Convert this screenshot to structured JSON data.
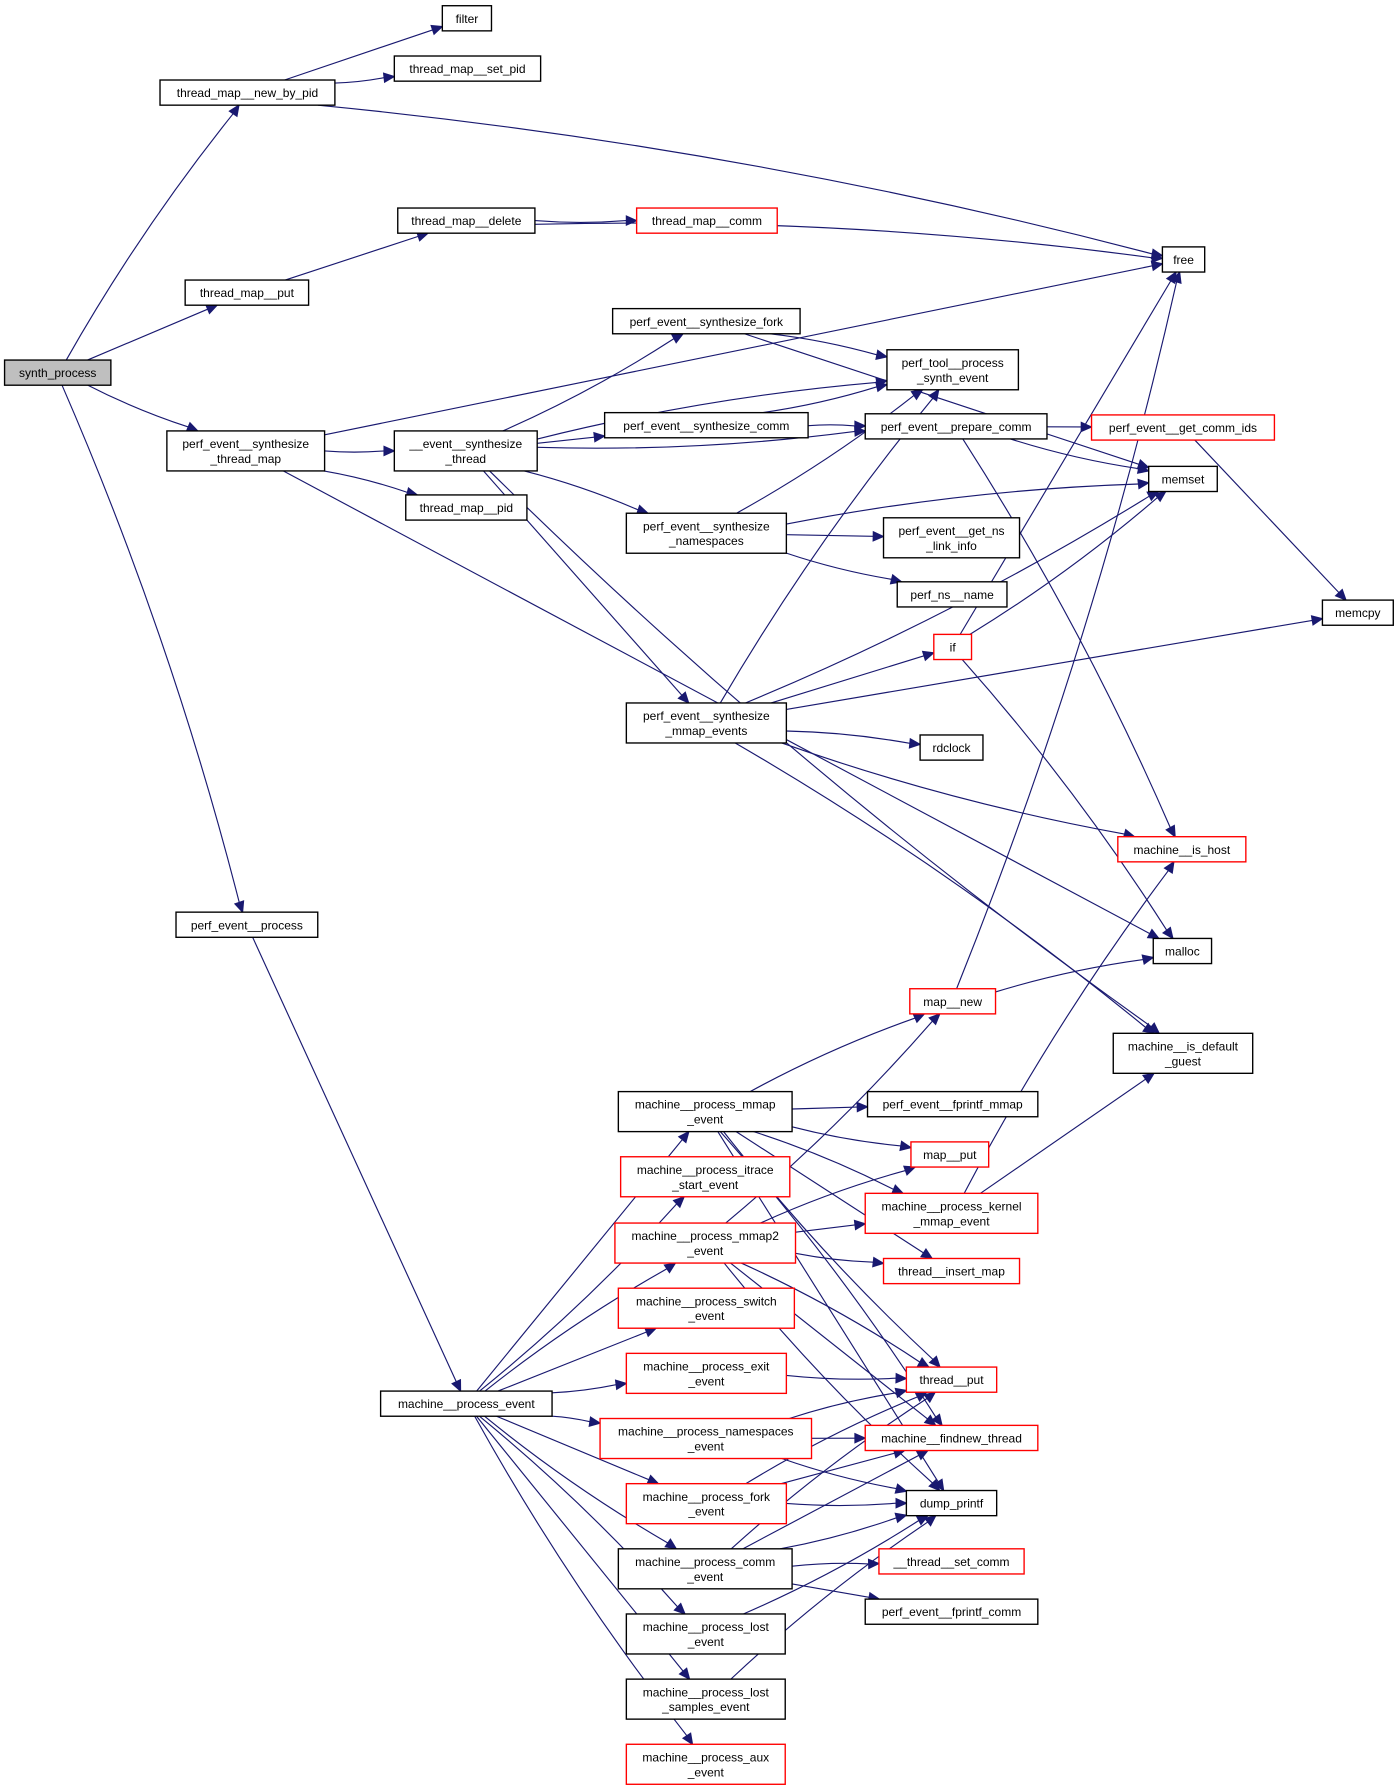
{
  "diagram": {
    "title": "synth_process call graph",
    "colors": {
      "edge": "#191970",
      "root_fill": "#bfbfbf",
      "normal_border": "#000000",
      "truncated_border": "#ff0000",
      "background": "#ffffff"
    },
    "nodes": [
      {
        "id": "synth_process",
        "lines": [
          "synth_process"
        ],
        "kind": "root"
      },
      {
        "id": "filter",
        "lines": [
          "filter"
        ],
        "kind": "normal"
      },
      {
        "id": "thread_map__new_by_pid",
        "lines": [
          "thread_map__new_by_pid"
        ],
        "kind": "normal"
      },
      {
        "id": "thread_map__set_pid",
        "lines": [
          "thread_map__set_pid"
        ],
        "kind": "normal"
      },
      {
        "id": "thread_map__delete",
        "lines": [
          "thread_map__delete"
        ],
        "kind": "normal"
      },
      {
        "id": "thread_map__comm",
        "lines": [
          "thread_map__comm"
        ],
        "kind": "truncated"
      },
      {
        "id": "free",
        "lines": [
          "free"
        ],
        "kind": "normal"
      },
      {
        "id": "thread_map__put",
        "lines": [
          "thread_map__put"
        ],
        "kind": "normal"
      },
      {
        "id": "perf_event__synthesize_fork",
        "lines": [
          "perf_event__synthesize_fork"
        ],
        "kind": "normal"
      },
      {
        "id": "perf_tool__process_synth_event",
        "lines": [
          "perf_tool__process",
          "_synth_event"
        ],
        "kind": "normal"
      },
      {
        "id": "perf_event__synthesize_thread_map",
        "lines": [
          "perf_event__synthesize",
          "_thread_map"
        ],
        "kind": "normal"
      },
      {
        "id": "__event__synthesize_thread",
        "lines": [
          "__event__synthesize",
          "_thread"
        ],
        "kind": "normal"
      },
      {
        "id": "perf_event__synthesize_comm",
        "lines": [
          "perf_event__synthesize_comm"
        ],
        "kind": "normal"
      },
      {
        "id": "perf_event__prepare_comm",
        "lines": [
          "perf_event__prepare_comm"
        ],
        "kind": "normal"
      },
      {
        "id": "perf_event__get_comm_ids",
        "lines": [
          "perf_event__get_comm_ids"
        ],
        "kind": "truncated"
      },
      {
        "id": "memset",
        "lines": [
          "memset"
        ],
        "kind": "normal"
      },
      {
        "id": "thread_map__pid",
        "lines": [
          "thread_map__pid"
        ],
        "kind": "normal"
      },
      {
        "id": "perf_event__synthesize_namespaces",
        "lines": [
          "perf_event__synthesize",
          "_namespaces"
        ],
        "kind": "normal"
      },
      {
        "id": "perf_event__get_ns_link_info",
        "lines": [
          "perf_event__get_ns",
          "_link_info"
        ],
        "kind": "normal"
      },
      {
        "id": "perf_ns__name",
        "lines": [
          "perf_ns__name"
        ],
        "kind": "normal"
      },
      {
        "id": "memcpy",
        "lines": [
          "memcpy"
        ],
        "kind": "normal"
      },
      {
        "id": "if",
        "lines": [
          "if"
        ],
        "kind": "truncated"
      },
      {
        "id": "perf_event__synthesize_mmap_events",
        "lines": [
          "perf_event__synthesize",
          "_mmap_events"
        ],
        "kind": "normal"
      },
      {
        "id": "rdclock",
        "lines": [
          "rdclock"
        ],
        "kind": "normal"
      },
      {
        "id": "machine__is_host",
        "lines": [
          "machine__is_host"
        ],
        "kind": "truncated"
      },
      {
        "id": "perf_event__process",
        "lines": [
          "perf_event__process"
        ],
        "kind": "normal"
      },
      {
        "id": "malloc",
        "lines": [
          "malloc"
        ],
        "kind": "normal"
      },
      {
        "id": "map__new",
        "lines": [
          "map__new"
        ],
        "kind": "truncated"
      },
      {
        "id": "machine__is_default_guest",
        "lines": [
          "machine__is_default",
          "_guest"
        ],
        "kind": "normal"
      },
      {
        "id": "machine__process_mmap_event",
        "lines": [
          "machine__process_mmap",
          "_event"
        ],
        "kind": "normal"
      },
      {
        "id": "perf_event__fprintf_mmap",
        "lines": [
          "perf_event__fprintf_mmap"
        ],
        "kind": "normal"
      },
      {
        "id": "map__put",
        "lines": [
          "map__put"
        ],
        "kind": "truncated"
      },
      {
        "id": "machine__process_itrace_start_event",
        "lines": [
          "machine__process_itrace",
          "_start_event"
        ],
        "kind": "truncated"
      },
      {
        "id": "machine__process_kernel_mmap_event",
        "lines": [
          "machine__process_kernel",
          "_mmap_event"
        ],
        "kind": "truncated"
      },
      {
        "id": "machine__process_mmap2_event",
        "lines": [
          "machine__process_mmap2",
          "_event"
        ],
        "kind": "truncated"
      },
      {
        "id": "thread__insert_map",
        "lines": [
          "thread__insert_map"
        ],
        "kind": "truncated"
      },
      {
        "id": "machine__process_switch_event",
        "lines": [
          "machine__process_switch",
          "_event"
        ],
        "kind": "truncated"
      },
      {
        "id": "machine__process_exit_event",
        "lines": [
          "machine__process_exit",
          "_event"
        ],
        "kind": "truncated"
      },
      {
        "id": "thread__put",
        "lines": [
          "thread__put"
        ],
        "kind": "truncated"
      },
      {
        "id": "machine__process_event",
        "lines": [
          "machine__process_event"
        ],
        "kind": "normal"
      },
      {
        "id": "machine__process_namespaces_event",
        "lines": [
          "machine__process_namespaces",
          "_event"
        ],
        "kind": "truncated"
      },
      {
        "id": "machine__findnew_thread",
        "lines": [
          "machine__findnew_thread"
        ],
        "kind": "truncated"
      },
      {
        "id": "machine__process_fork_event",
        "lines": [
          "machine__process_fork",
          "_event"
        ],
        "kind": "truncated"
      },
      {
        "id": "dump_printf",
        "lines": [
          "dump_printf"
        ],
        "kind": "normal"
      },
      {
        "id": "machine__process_comm_event",
        "lines": [
          "machine__process_comm",
          "_event"
        ],
        "kind": "normal"
      },
      {
        "id": "__thread__set_comm",
        "lines": [
          "__thread__set_comm"
        ],
        "kind": "truncated"
      },
      {
        "id": "perf_event__fprintf_comm",
        "lines": [
          "perf_event__fprintf_comm"
        ],
        "kind": "normal"
      },
      {
        "id": "machine__process_lost_event",
        "lines": [
          "machine__process_lost",
          "_event"
        ],
        "kind": "normal"
      },
      {
        "id": "machine__process_lost_samples_event",
        "lines": [
          "machine__process_lost",
          "_samples_event"
        ],
        "kind": "normal"
      },
      {
        "id": "machine__process_aux_event",
        "lines": [
          "machine__process_aux",
          "_event"
        ],
        "kind": "truncated"
      }
    ],
    "edges": [
      [
        "synth_process",
        "thread_map__new_by_pid"
      ],
      [
        "synth_process",
        "thread_map__put"
      ],
      [
        "synth_process",
        "perf_event__synthesize_thread_map"
      ],
      [
        "synth_process",
        "perf_event__process"
      ],
      [
        "thread_map__new_by_pid",
        "filter"
      ],
      [
        "thread_map__new_by_pid",
        "thread_map__set_pid"
      ],
      [
        "thread_map__new_by_pid",
        "free"
      ],
      [
        "thread_map__put",
        "thread_map__delete"
      ],
      [
        "thread_map__delete",
        "thread_map__comm"
      ],
      [
        "thread_map__delete",
        "free"
      ],
      [
        "perf_event__synthesize_thread_map",
        "free"
      ],
      [
        "perf_event__synthesize_thread_map",
        "__event__synthesize_thread"
      ],
      [
        "perf_event__synthesize_thread_map",
        "thread_map__pid"
      ],
      [
        "perf_event__synthesize_thread_map",
        "malloc"
      ],
      [
        "__event__synthesize_thread",
        "perf_event__synthesize_fork"
      ],
      [
        "__event__synthesize_thread",
        "perf_tool__process_synth_event"
      ],
      [
        "__event__synthesize_thread",
        "perf_event__synthesize_comm"
      ],
      [
        "__event__synthesize_thread",
        "perf_event__prepare_comm"
      ],
      [
        "__event__synthesize_thread",
        "perf_event__synthesize_namespaces"
      ],
      [
        "__event__synthesize_thread",
        "perf_event__synthesize_mmap_events"
      ],
      [
        "__event__synthesize_thread",
        "machine__is_default_guest"
      ],
      [
        "perf_event__synthesize_fork",
        "perf_tool__process_synth_event"
      ],
      [
        "perf_event__synthesize_fork",
        "memset"
      ],
      [
        "perf_event__synthesize_comm",
        "perf_tool__process_synth_event"
      ],
      [
        "perf_event__synthesize_comm",
        "perf_event__prepare_comm"
      ],
      [
        "perf_event__prepare_comm",
        "perf_event__get_comm_ids"
      ],
      [
        "perf_event__prepare_comm",
        "memset"
      ],
      [
        "perf_event__prepare_comm",
        "machine__is_host"
      ],
      [
        "perf_event__get_comm_ids",
        "memcpy"
      ],
      [
        "perf_event__synthesize_namespaces",
        "perf_tool__process_synth_event"
      ],
      [
        "perf_event__synthesize_namespaces",
        "memset"
      ],
      [
        "perf_event__synthesize_namespaces",
        "perf_event__get_ns_link_info"
      ],
      [
        "perf_event__synthesize_namespaces",
        "perf_ns__name"
      ],
      [
        "perf_event__synthesize_mmap_events",
        "perf_tool__process_synth_event"
      ],
      [
        "perf_event__synthesize_mmap_events",
        "if"
      ],
      [
        "perf_event__synthesize_mmap_events",
        "memset"
      ],
      [
        "perf_event__synthesize_mmap_events",
        "rdclock"
      ],
      [
        "perf_event__synthesize_mmap_events",
        "memcpy"
      ],
      [
        "perf_event__synthesize_mmap_events",
        "machine__is_host"
      ],
      [
        "perf_event__synthesize_mmap_events",
        "machine__is_default_guest"
      ],
      [
        "if",
        "free"
      ],
      [
        "if",
        "memset"
      ],
      [
        "if",
        "malloc"
      ],
      [
        "perf_event__process",
        "machine__process_event"
      ],
      [
        "map__new",
        "free"
      ],
      [
        "map__new",
        "malloc"
      ],
      [
        "machine__process_event",
        "machine__process_mmap_event"
      ],
      [
        "machine__process_event",
        "machine__process_itrace_start_event"
      ],
      [
        "machine__process_event",
        "machine__process_mmap2_event"
      ],
      [
        "machine__process_event",
        "machine__process_switch_event"
      ],
      [
        "machine__process_event",
        "machine__process_exit_event"
      ],
      [
        "machine__process_event",
        "machine__process_namespaces_event"
      ],
      [
        "machine__process_event",
        "machine__process_fork_event"
      ],
      [
        "machine__process_event",
        "machine__process_comm_event"
      ],
      [
        "machine__process_event",
        "machine__process_lost_event"
      ],
      [
        "machine__process_event",
        "machine__process_lost_samples_event"
      ],
      [
        "machine__process_event",
        "machine__process_aux_event"
      ],
      [
        "machine__process_mmap_event",
        "map__new"
      ],
      [
        "machine__process_mmap_event",
        "perf_event__fprintf_mmap"
      ],
      [
        "machine__process_mmap_event",
        "map__put"
      ],
      [
        "machine__process_mmap_event",
        "machine__process_kernel_mmap_event"
      ],
      [
        "machine__process_mmap_event",
        "thread__insert_map"
      ],
      [
        "machine__process_mmap_event",
        "thread__put"
      ],
      [
        "machine__process_mmap_event",
        "machine__findnew_thread"
      ],
      [
        "machine__process_mmap_event",
        "dump_printf"
      ],
      [
        "machine__process_mmap2_event",
        "map__new"
      ],
      [
        "machine__process_mmap2_event",
        "map__put"
      ],
      [
        "machine__process_mmap2_event",
        "machine__process_kernel_mmap_event"
      ],
      [
        "machine__process_mmap2_event",
        "thread__insert_map"
      ],
      [
        "machine__process_mmap2_event",
        "thread__put"
      ],
      [
        "machine__process_mmap2_event",
        "machine__findnew_thread"
      ],
      [
        "machine__process_mmap2_event",
        "dump_printf"
      ],
      [
        "machine__process_kernel_mmap_event",
        "machine__is_host"
      ],
      [
        "machine__process_kernel_mmap_event",
        "machine__is_default_guest"
      ],
      [
        "machine__process_exit_event",
        "thread__put"
      ],
      [
        "machine__process_namespaces_event",
        "thread__put"
      ],
      [
        "machine__process_namespaces_event",
        "machine__findnew_thread"
      ],
      [
        "machine__process_namespaces_event",
        "dump_printf"
      ],
      [
        "machine__process_fork_event",
        "thread__put"
      ],
      [
        "machine__process_fork_event",
        "machine__findnew_thread"
      ],
      [
        "machine__process_fork_event",
        "dump_printf"
      ],
      [
        "machine__process_comm_event",
        "thread__put"
      ],
      [
        "machine__process_comm_event",
        "machine__findnew_thread"
      ],
      [
        "machine__process_comm_event",
        "dump_printf"
      ],
      [
        "machine__process_comm_event",
        "__thread__set_comm"
      ],
      [
        "machine__process_comm_event",
        "perf_event__fprintf_comm"
      ],
      [
        "machine__process_lost_event",
        "dump_printf"
      ],
      [
        "machine__process_lost_samples_event",
        "dump_printf"
      ]
    ]
  }
}
